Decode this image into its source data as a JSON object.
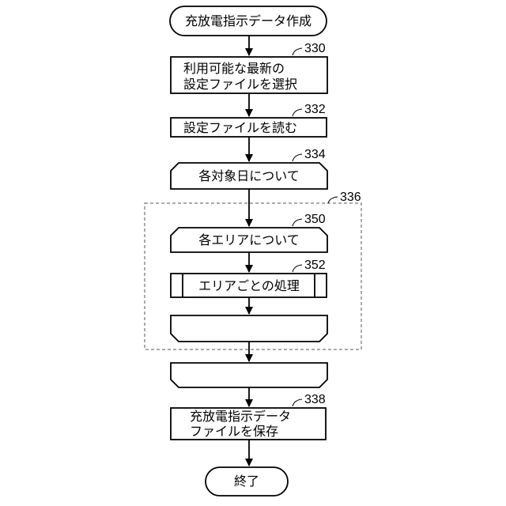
{
  "flowchart": {
    "start": "充放電指示データ作成",
    "select_file": [
      "利用可能な最新の",
      "設定ファイルを選択"
    ],
    "read_file": "設定ファイルを読む",
    "loop_days": "各対象日について",
    "loop_areas": "各エリアについて",
    "process_area": "エリアごとの処理",
    "save_file": [
      "充放電指示データ",
      "ファイルを保存"
    ],
    "end": "終了"
  },
  "refs": {
    "select_file": "330",
    "read_file": "332",
    "loop_days": "334",
    "loop_block": "336",
    "loop_areas": "350",
    "process_area": "352",
    "save_file": "338"
  }
}
